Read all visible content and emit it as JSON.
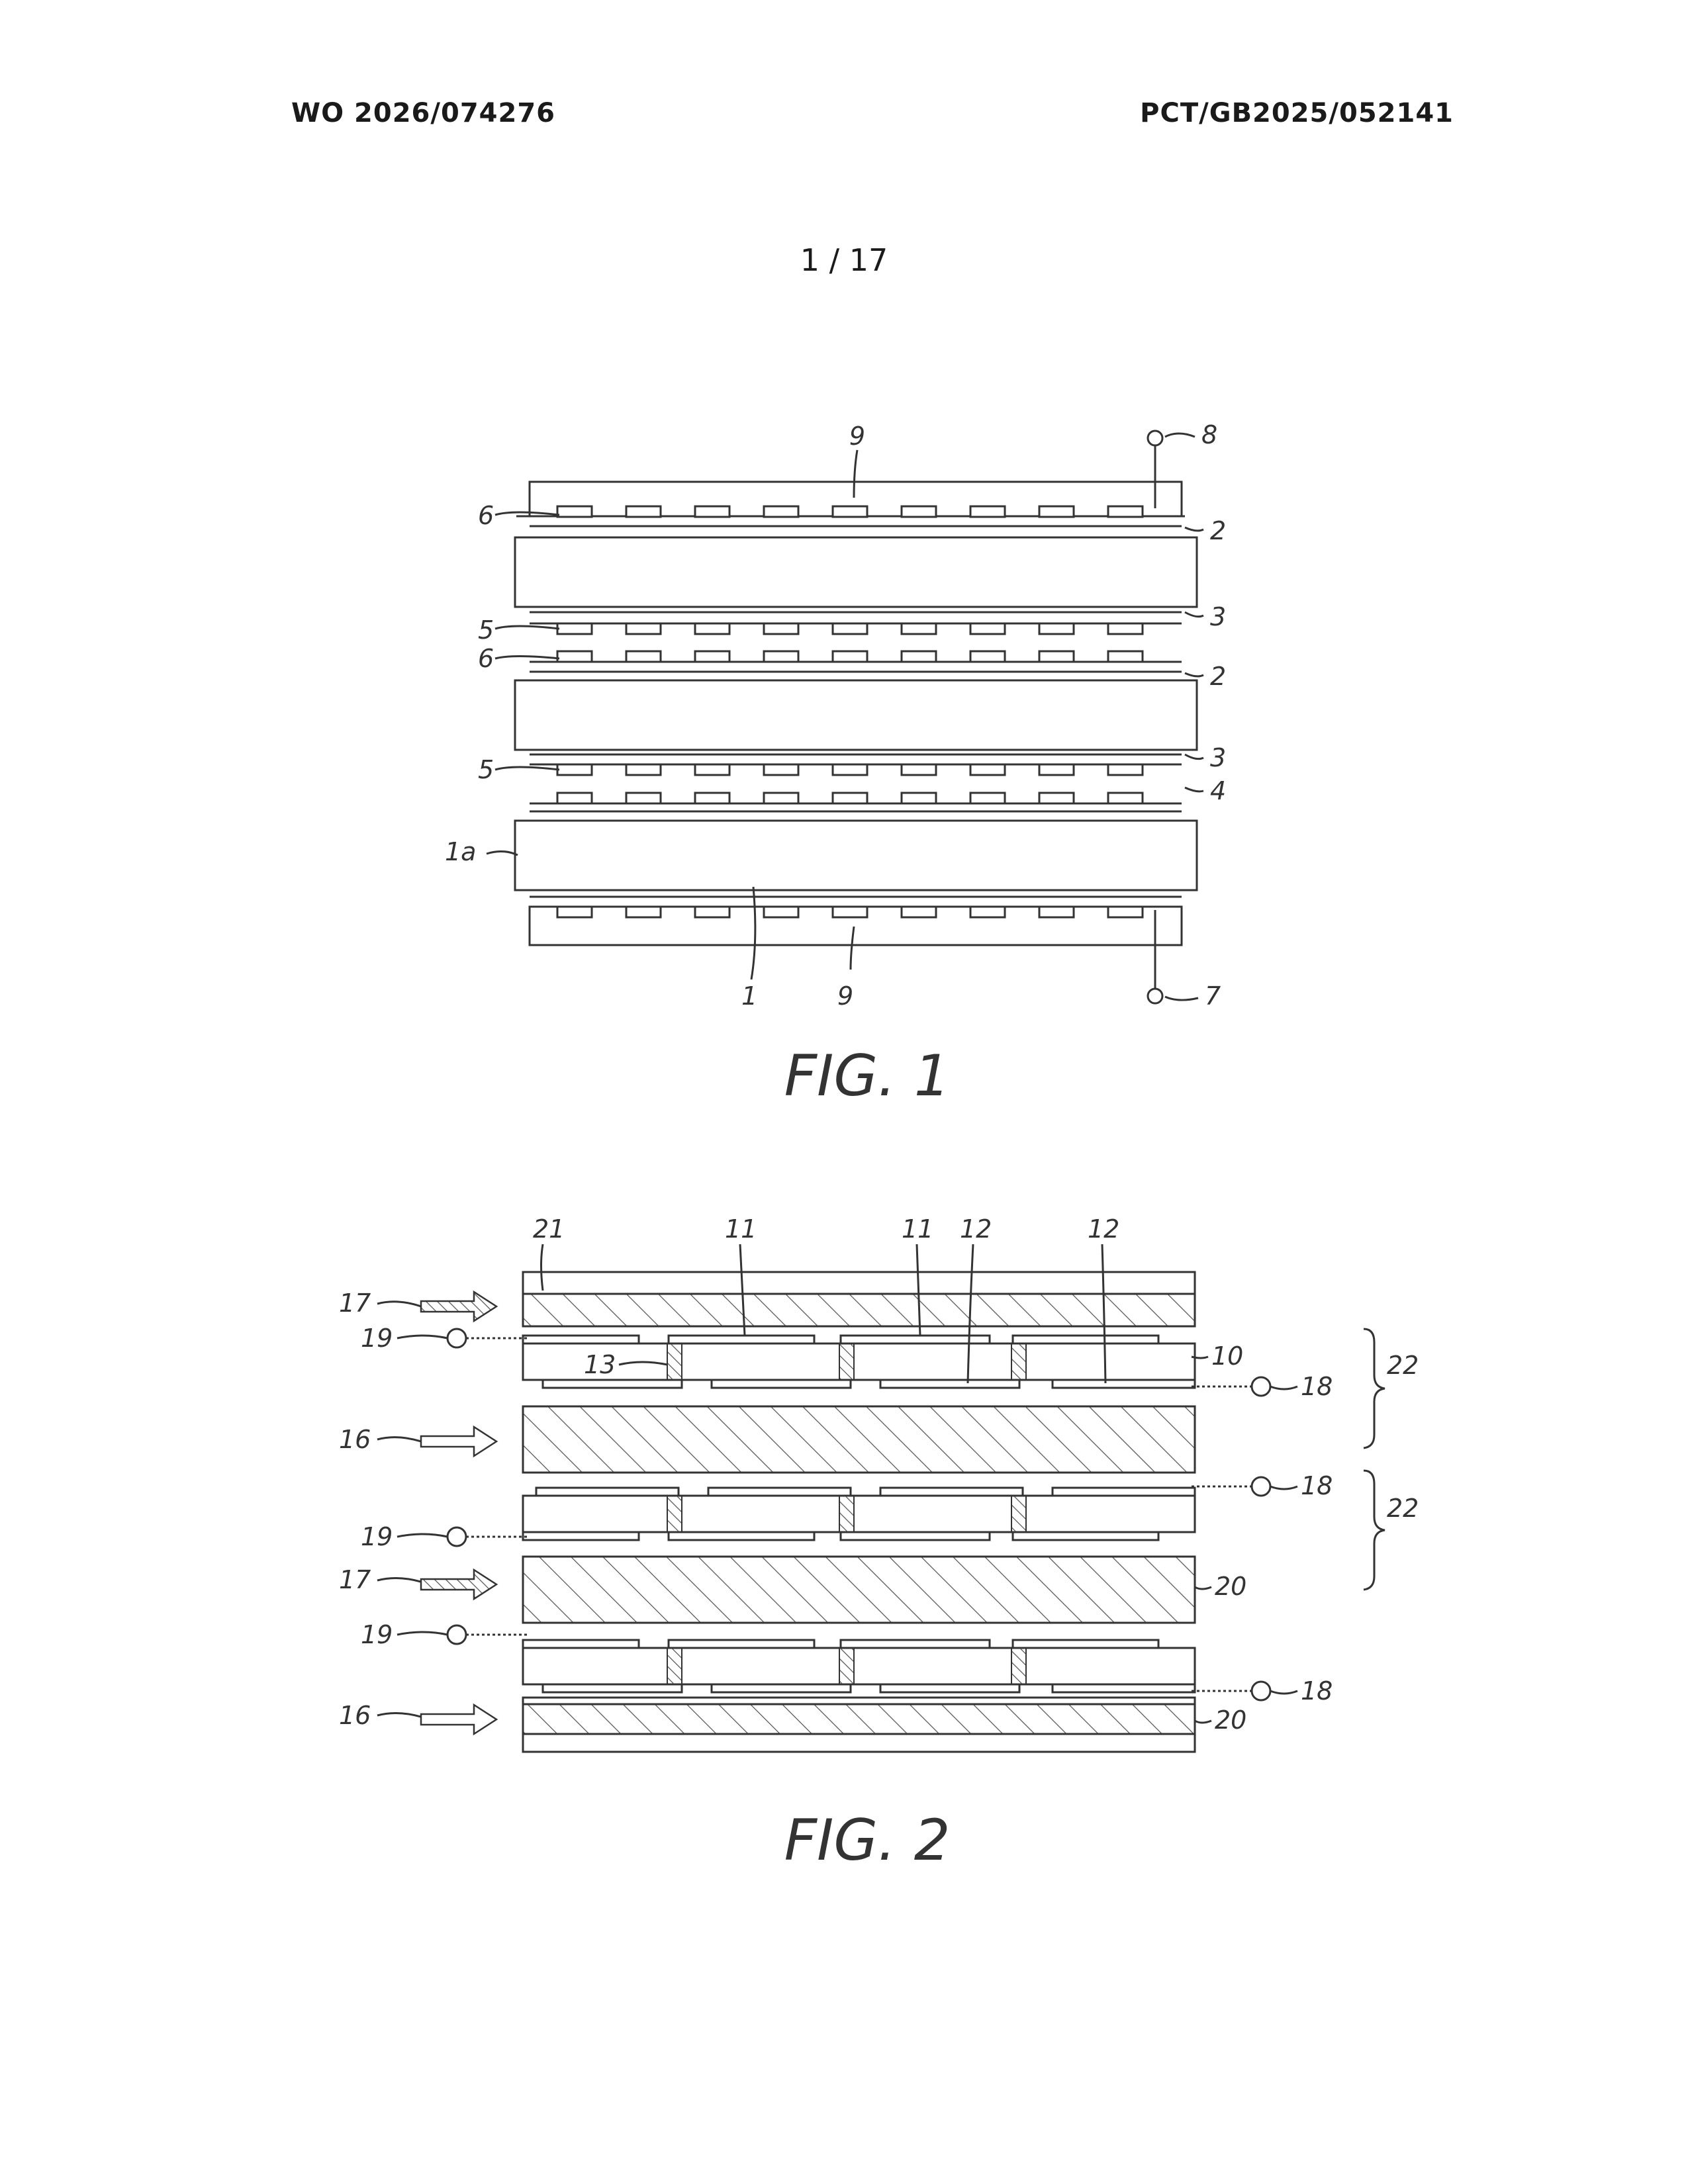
{
  "header": {
    "publication_number": "WO 2026/074276",
    "application_number": "PCT/GB2025/052141",
    "sheet": "1 / 17"
  },
  "fig1": {
    "caption": "FIG. 1",
    "labels": [
      "9",
      "8",
      "6",
      "2",
      "3",
      "5",
      "6",
      "2",
      "5",
      "3",
      "4",
      "1a",
      "1",
      "9",
      "7"
    ]
  },
  "fig2": {
    "caption": "FIG. 2",
    "labels": [
      "21",
      "11",
      "11",
      "12",
      "12",
      "17",
      "19",
      "13",
      "10",
      "18",
      "22",
      "16",
      "18",
      "22",
      "19",
      "17",
      "20",
      "19",
      "18",
      "16",
      "20"
    ]
  }
}
